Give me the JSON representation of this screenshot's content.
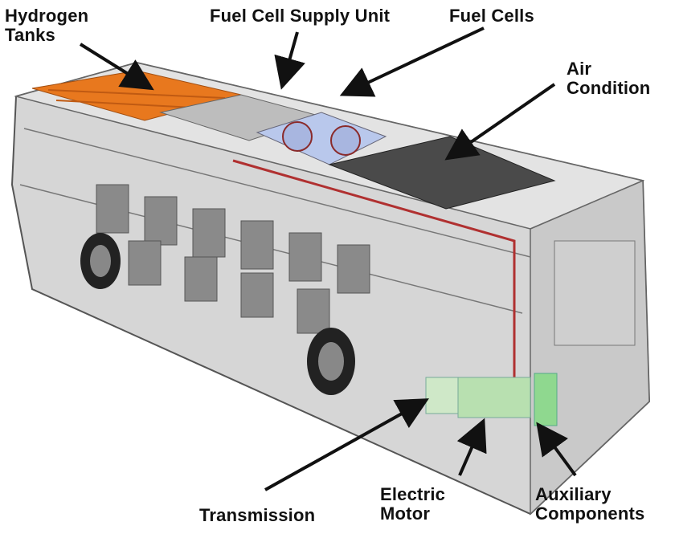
{
  "diagram": {
    "subject": "Fuel cell bus cutaway",
    "labels": {
      "hydrogen_tanks_line1": "Hydrogen",
      "hydrogen_tanks_line2": "Tanks",
      "fuel_cell_supply_unit": "Fuel Cell Supply Unit",
      "fuel_cells": "Fuel Cells",
      "air_condition_line1": "Air",
      "air_condition_line2": "Condition",
      "transmission": "Transmission",
      "electric_motor_line1": "Electric",
      "electric_motor_line2": "Motor",
      "auxiliary_line1": "Auxiliary",
      "auxiliary_line2": "Components"
    },
    "colors": {
      "tanks": "#e8781e",
      "fuel_cells": "#b9c8ec",
      "air_condition": "#4a4a4a",
      "motor": "#b8e0b0",
      "pipes": "#b03030",
      "body": "#d9d9d9"
    }
  }
}
